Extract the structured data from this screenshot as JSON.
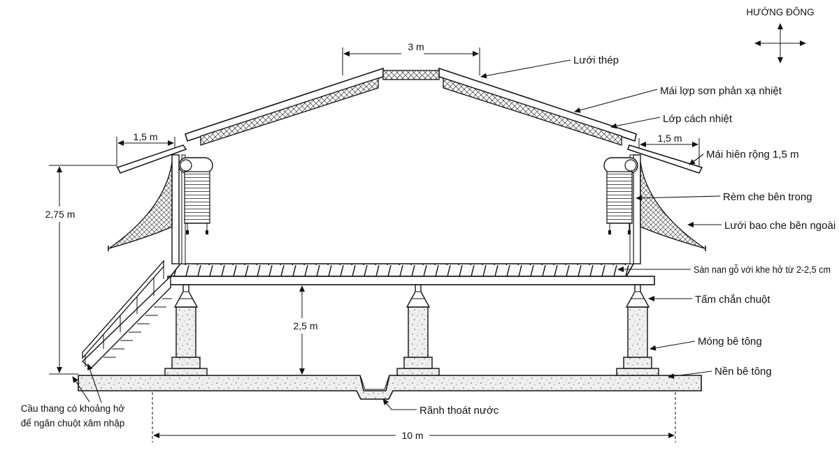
{
  "compass": {
    "label": "HƯỚNG ĐÔNG"
  },
  "dimensions": {
    "ridge_width": "3 m",
    "eave_left": "1,5 m",
    "eave_right": "1,5 m",
    "wall_height": "2,75 m",
    "floor_height": "2,5 m",
    "total_width": "10 m"
  },
  "labels": {
    "steel_mesh": "Lưới thép",
    "roof_paint": "Mái lợp sơn phản xạ nhiệt",
    "insulation": "Lớp cách nhiệt",
    "eave": "Mái hiên rộng 1,5 m",
    "inner_curtain": "Rèm che bên trong",
    "outer_net": "Lưới bao che bên ngoài",
    "floor": "Sàn nan gỗ với khe hở từ 2-2,5 cm",
    "rat_guard": "Tấm chắn chuột",
    "foundation": "Móng bê tông",
    "concrete_base": "Nền bê tông",
    "drain": "Rãnh thoát nước",
    "stairs_line1": "Cầu thang có khoảng hở",
    "stairs_line2": "để ngăn chuột xâm nhập"
  },
  "colors": {
    "line": "#111111",
    "concrete": "#eeeeee",
    "background": "#ffffff"
  }
}
